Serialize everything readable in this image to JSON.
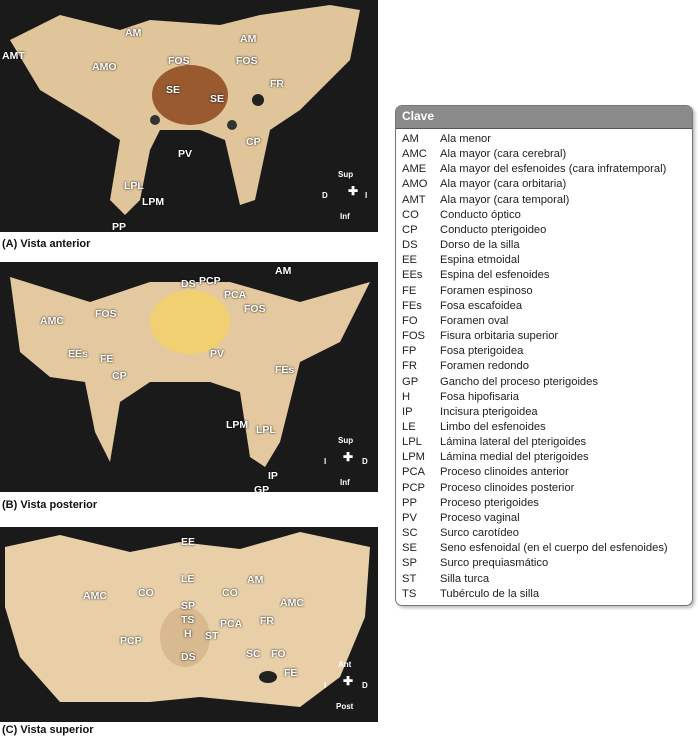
{
  "panels": [
    {
      "caption": "(A) Vista anterior",
      "labels": [
        "AMT",
        "AM",
        "AM",
        "AMO",
        "FOS",
        "FOS",
        "SE",
        "SE",
        "FR",
        "CP",
        "PV",
        "LPL",
        "LPM",
        "PP"
      ],
      "orientation": {
        "top": "Sup",
        "bottom": "Inf",
        "left": "D",
        "right": "I"
      }
    },
    {
      "caption": "(B) Vista posterior",
      "labels": [
        "DS",
        "PCP",
        "PCA",
        "AM",
        "FOS",
        "FOS",
        "AMC",
        "EEs",
        "FE",
        "CP",
        "PV",
        "FEs",
        "LPM",
        "LPL",
        "IP",
        "GP"
      ],
      "orientation": {
        "top": "Sup",
        "bottom": "Inf",
        "left": "I",
        "right": "D"
      }
    },
    {
      "caption": "(C) Vista superior",
      "labels": [
        "EE",
        "LE",
        "SP",
        "TS",
        "H",
        "DS",
        "ST",
        "AM",
        "CO",
        "CO",
        "AMC",
        "AMC",
        "PCA",
        "FR",
        "PCP",
        "SC",
        "FO",
        "FE"
      ],
      "orientation": {
        "top": "Ant",
        "bottom": "Post",
        "left": "I",
        "right": "D"
      }
    }
  ],
  "key": {
    "title": "Clave",
    "items": [
      [
        "AM",
        "Ala menor"
      ],
      [
        "AMC",
        "Ala mayor (cara cerebral)"
      ],
      [
        "AME",
        "Ala mayor del esfenoides (cara infratemporal)"
      ],
      [
        "AMO",
        "Ala mayor (cara orbitaria)"
      ],
      [
        "AMT",
        "Ala mayor (cara temporal)"
      ],
      [
        "CO",
        "Conducto óptico"
      ],
      [
        "CP",
        "Conducto pterigoideo"
      ],
      [
        "DS",
        "Dorso de la silla"
      ],
      [
        "EE",
        "Espina etmoidal"
      ],
      [
        "EEs",
        "Espina del esfenoides"
      ],
      [
        "FE",
        "Foramen espinoso"
      ],
      [
        "FEs",
        "Fosa escafoidea"
      ],
      [
        "FO",
        "Foramen oval"
      ],
      [
        "FOS",
        "Fisura orbitaria superior"
      ],
      [
        "FP",
        "Fosa pterigoidea"
      ],
      [
        "FR",
        "Foramen redondo"
      ],
      [
        "GP",
        "Gancho del proceso pterigoides"
      ],
      [
        "H",
        "Fosa hipofisaria"
      ],
      [
        "IP",
        "Incisura pterigoidea"
      ],
      [
        "LE",
        "Limbo del esfenoides"
      ],
      [
        "LPL",
        "Lámina lateral del pterigoides"
      ],
      [
        "LPM",
        "Lámina medial del pterigoides"
      ],
      [
        "PCA",
        "Proceso clinoides anterior"
      ],
      [
        "PCP",
        "Proceso clinoides posterior"
      ],
      [
        "PP",
        "Proceso pterigoides"
      ],
      [
        "PV",
        "Proceso vaginal"
      ],
      [
        "SC",
        "Surco carotídeo"
      ],
      [
        "SE",
        "Seno esfenoidal (en el cuerpo del esfenoides)"
      ],
      [
        "SP",
        "Surco prequiasmático"
      ],
      [
        "ST",
        "Silla turca"
      ],
      [
        "TS",
        "Tubérculo de la silla"
      ]
    ]
  },
  "colors": {
    "bone": "#e4c9a0",
    "background": "#1a1a1a",
    "key_header": "#8a8a8a"
  }
}
